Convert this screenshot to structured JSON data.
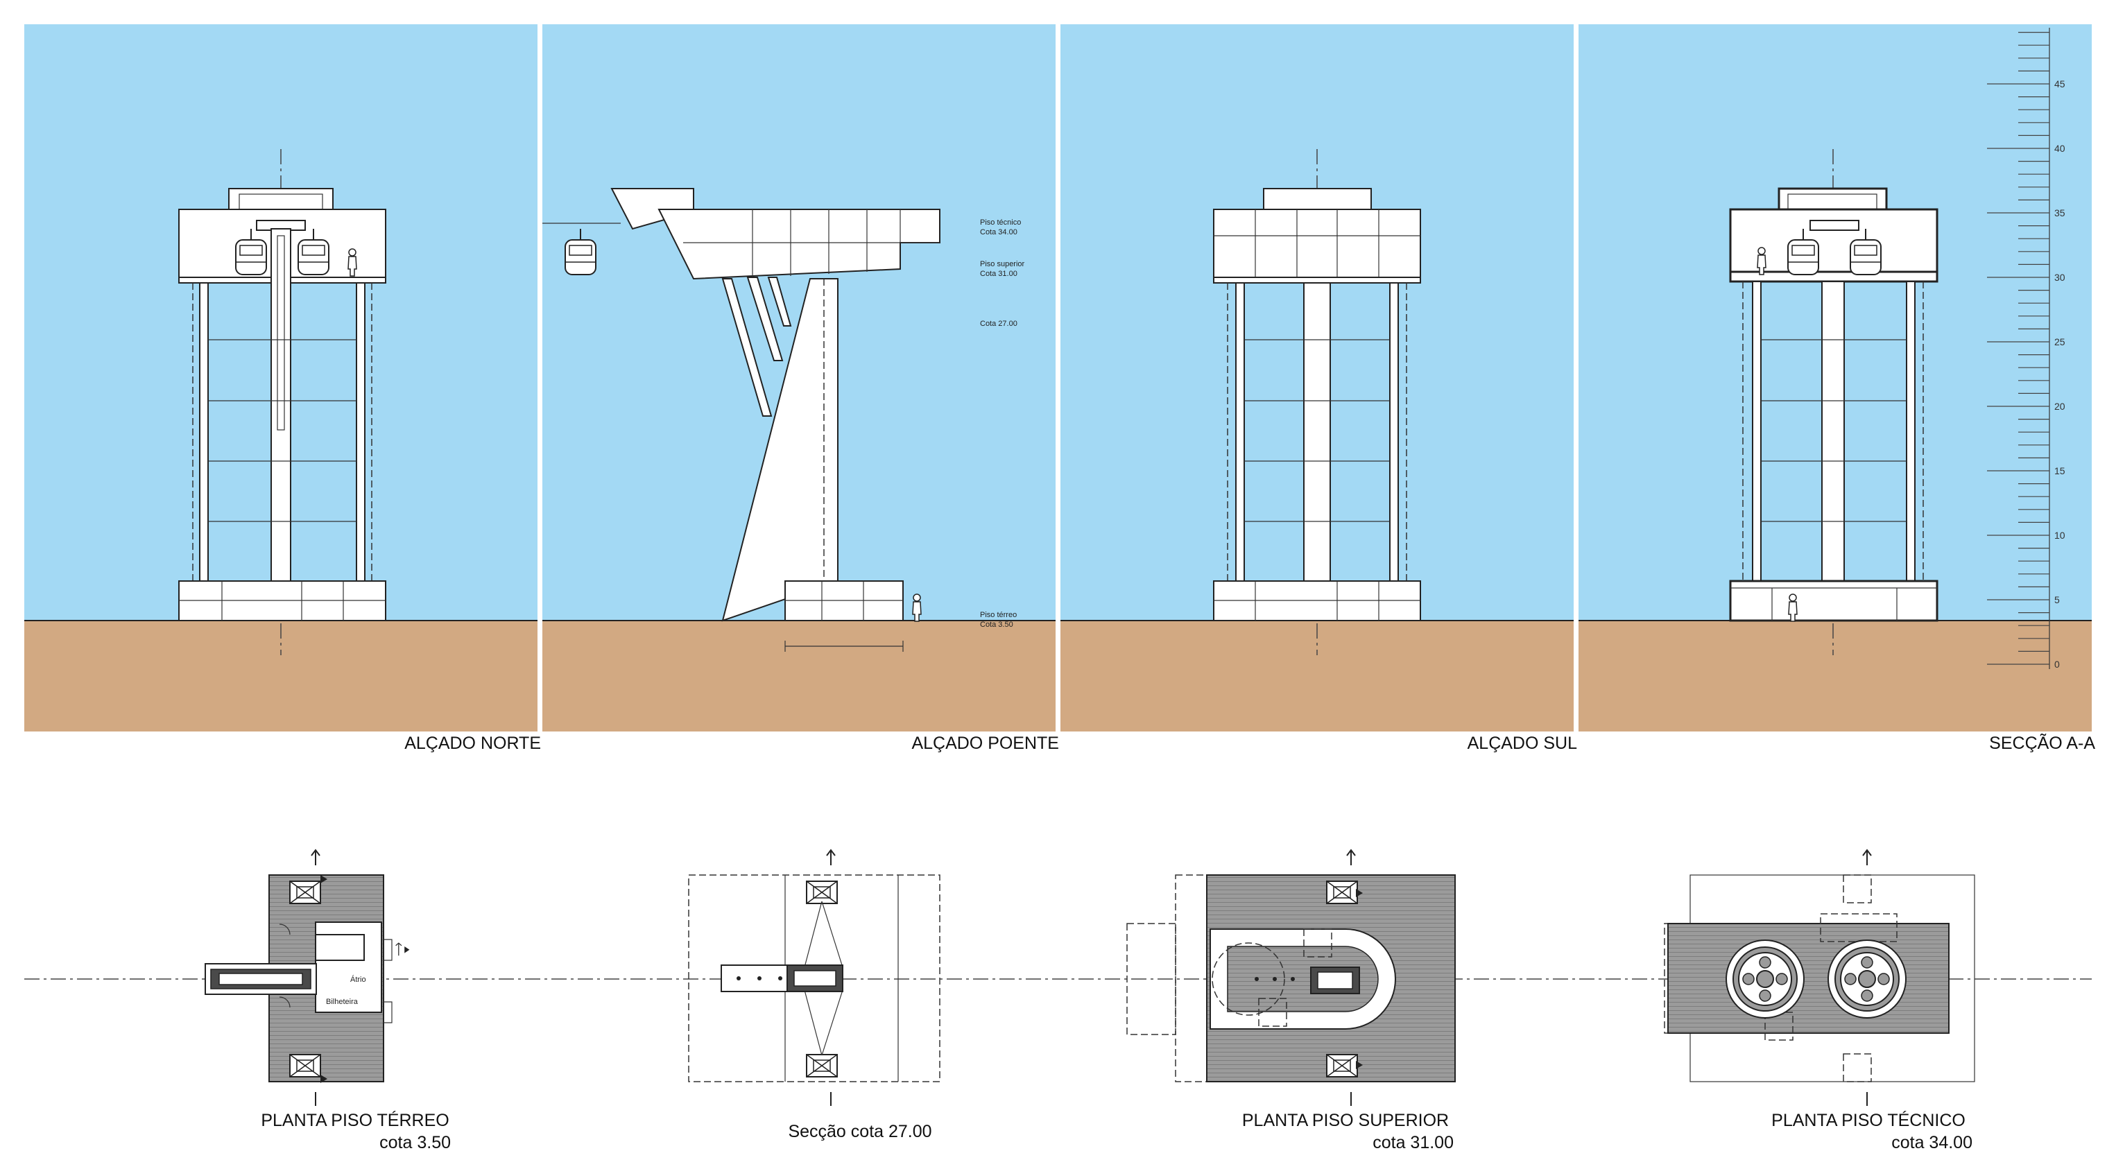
{
  "palette": {
    "sky": "#a3d9f4",
    "ground": "#d2a982",
    "line": "#222222",
    "plan_fill": "#9b9b9b"
  },
  "elevations": [
    {
      "title": "ALÇADO NORTE"
    },
    {
      "title": "ALÇADO POENTE"
    },
    {
      "title": "ALÇADO SUL"
    },
    {
      "title": "SECÇÃO A-A"
    }
  ],
  "level_notes": {
    "tecnico_1": "Piso técnico",
    "tecnico_2": "Cota 34.00",
    "superior_1": "Piso superior",
    "superior_2": "Cota 31.00",
    "cota27": "Cota 27.00",
    "terreo_1": "Piso térreo",
    "terreo_2": "Cota 3.50"
  },
  "scale": {
    "ticks": [
      "45",
      "40",
      "35",
      "30",
      "25",
      "20",
      "15",
      "10",
      "5",
      "0"
    ]
  },
  "plans": [
    {
      "title": "PLANTA PISO TÉRREO",
      "subtitle": "cota 3.50",
      "labels": {
        "room1": "Átrio",
        "room2": "Bilheteira"
      }
    },
    {
      "title": "Secção cota 27.00",
      "subtitle": ""
    },
    {
      "title": "PLANTA PISO SUPERIOR",
      "subtitle": "cota 31.00"
    },
    {
      "title": "PLANTA PISO TÉCNICO",
      "subtitle": "cota 34.00"
    }
  ],
  "section_marker": "A"
}
